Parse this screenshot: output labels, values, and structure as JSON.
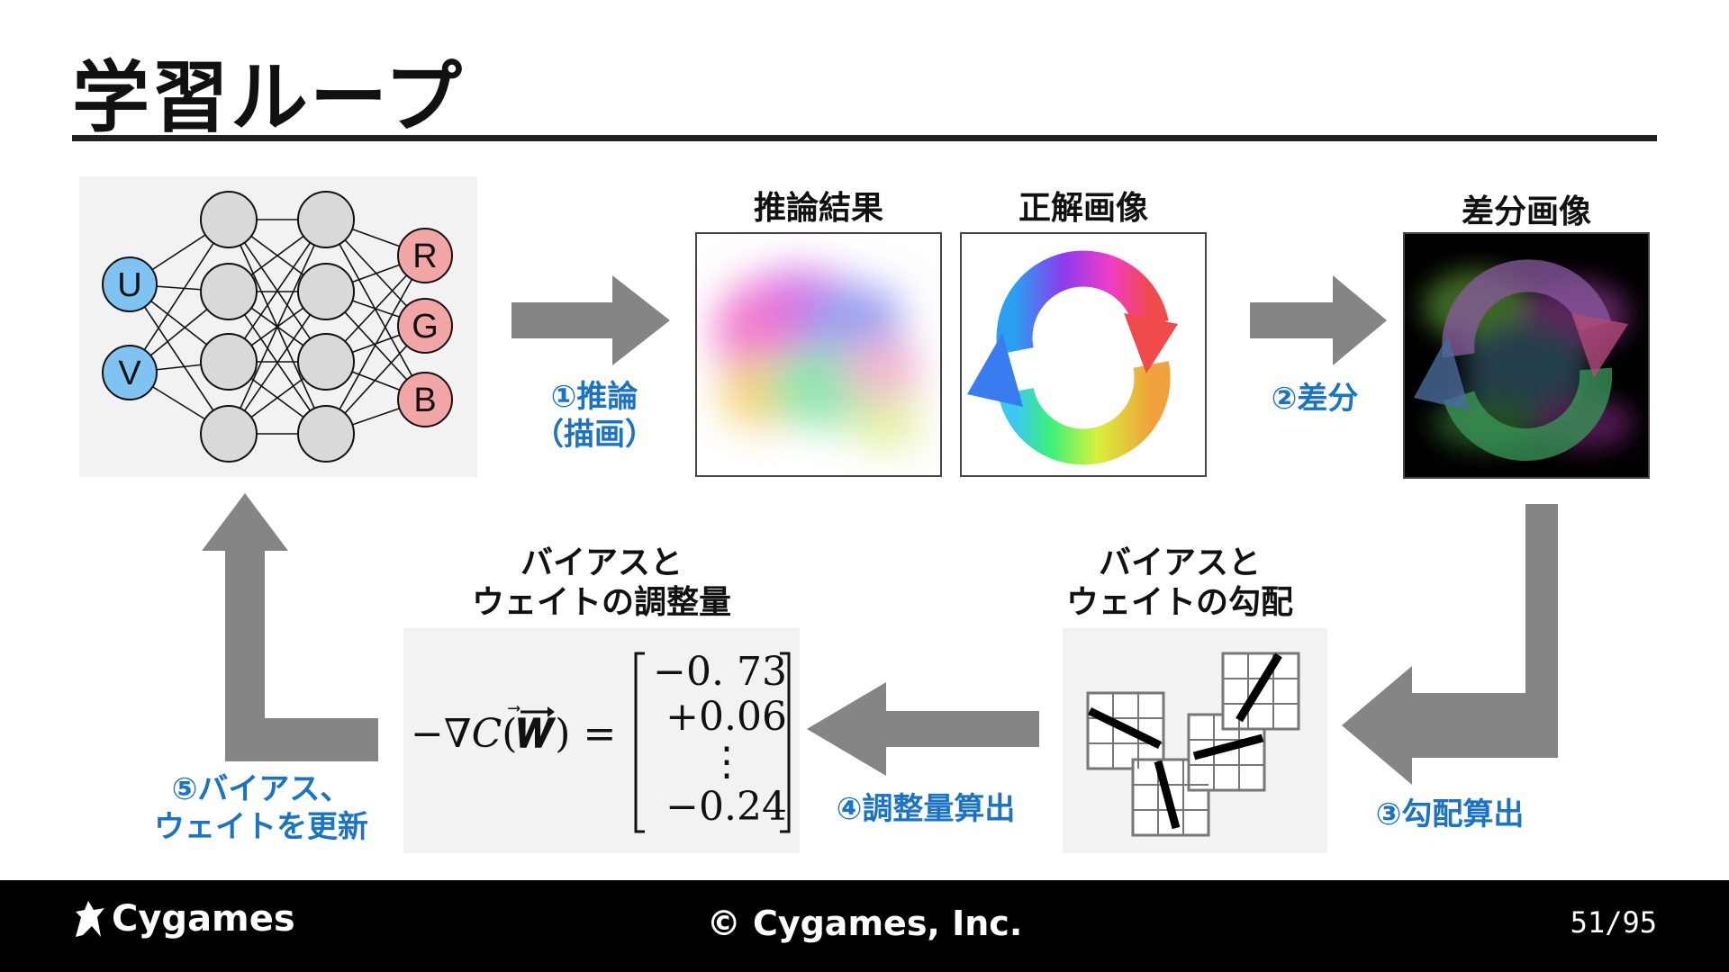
{
  "title": "学習ループ",
  "nn": {
    "inputs": [
      "U",
      "V"
    ],
    "outputs": [
      "R",
      "G",
      "B"
    ]
  },
  "captions": {
    "inference_result": "推論結果",
    "ground_truth": "正解画像",
    "diff_image": "差分画像",
    "gradient": [
      "バイアスと",
      "ウェイトの勾配"
    ],
    "adjustment": [
      "バイアスと",
      "ウェイトの調整量"
    ]
  },
  "steps": {
    "s1": [
      "①推論",
      "（描画）"
    ],
    "s2": "②差分",
    "s3": "③勾配算出",
    "s4": "④調整量算出",
    "s5": [
      "⑤バイアス、",
      "ウェイトを更新"
    ]
  },
  "formula": {
    "lhs_prefix": "−∇𝐶(",
    "vector_symbol": "𝑾",
    "lhs_suffix": ") =",
    "matrix": [
      "−0. 73",
      "+0.06",
      "⋮",
      "−0.24"
    ]
  },
  "footer": {
    "logo": "Cygames",
    "copyright": "© Cygames, Inc.",
    "page": "51/95"
  },
  "colors": {
    "step_blue": "#1a73c4",
    "input_node": "#7ec3f2",
    "hidden_node": "#d9d9d9",
    "output_node": "#f2a5a5",
    "arrow_gray": "#858585"
  }
}
